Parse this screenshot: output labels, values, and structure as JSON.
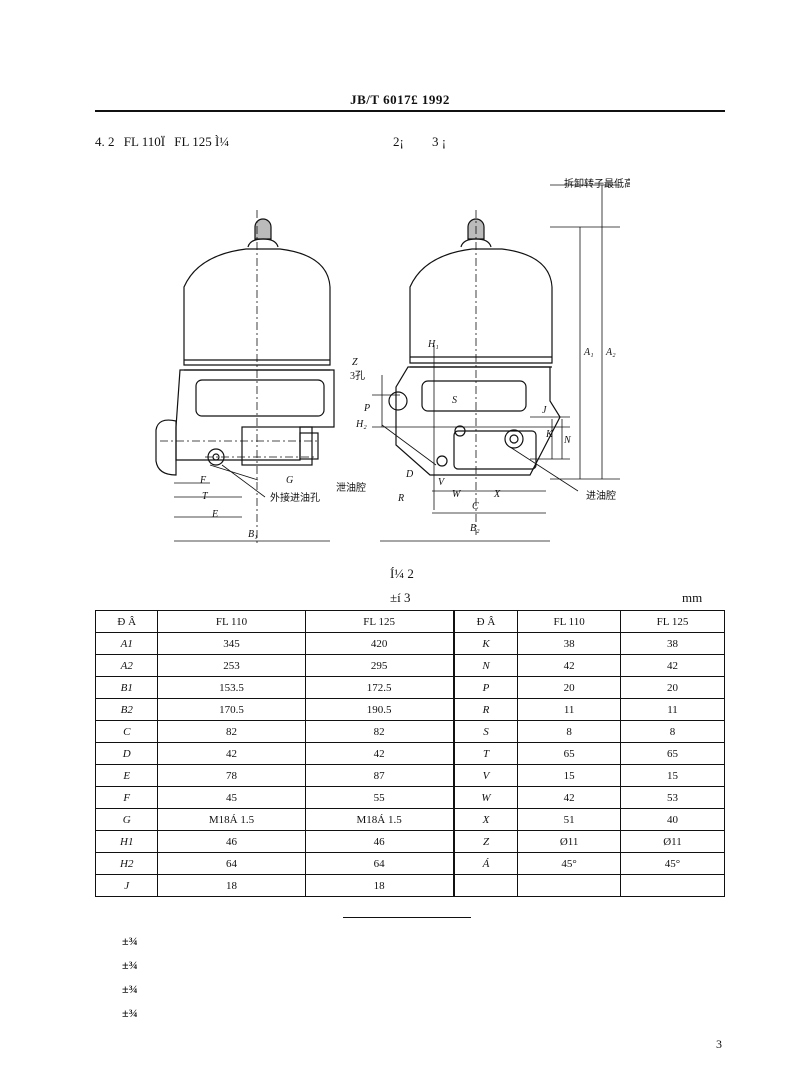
{
  "header": {
    "title": "JB/T 6017£ 1992"
  },
  "section": {
    "number": "4. 2",
    "item1": "FL 110Ï",
    "item2": "FL 125 Ì¼",
    "ref1": "2¡",
    "ref2": "3 ¡"
  },
  "drawing": {
    "top_note": "拆卸转子最低高度",
    "left_labels": {
      "G": "G",
      "F": "F",
      "T": "T",
      "E": "E",
      "B1": "B₁",
      "inlet": "外接进油孔"
    },
    "right_labels": {
      "Z": "Z",
      "holes": "3孔",
      "H1": "H₁",
      "H2": "H₂",
      "P": "P",
      "S": "S",
      "D": "D",
      "drain": "泄油腔",
      "R": "R",
      "V": "V",
      "W": "W",
      "X": "X",
      "C": "C",
      "B2": "B₂",
      "K": "K",
      "N": "N",
      "J": "J",
      "oil_inlet": "进油腔",
      "A1": "A₁",
      "A2": "A₂"
    }
  },
  "figure": {
    "caption": "Í¼ 2"
  },
  "table": {
    "caption": "±í 3",
    "unit": "mm",
    "headers": [
      "Ð  Â",
      "FL 110",
      "FL 125",
      "Ð  Â",
      "FL 110",
      "FL 125"
    ],
    "rows": [
      [
        "A1",
        "345",
        "420",
        "K",
        "38",
        "38"
      ],
      [
        "A2",
        "253",
        "295",
        "N",
        "42",
        "42"
      ],
      [
        "B1",
        "153.5",
        "172.5",
        "P",
        "20",
        "20"
      ],
      [
        "B2",
        "170.5",
        "190.5",
        "R",
        "11",
        "11"
      ],
      [
        "C",
        "82",
        "82",
        "S",
        "8",
        "8"
      ],
      [
        "D",
        "42",
        "42",
        "T",
        "65",
        "65"
      ],
      [
        "E",
        "78",
        "87",
        "V",
        "15",
        "15"
      ],
      [
        "F",
        "45",
        "55",
        "W",
        "42",
        "53"
      ],
      [
        "G",
        "M18Á 1.5",
        "M18Á 1.5",
        "X",
        "51",
        "40"
      ],
      [
        "H1",
        "46",
        "46",
        "Z",
        "Ø11",
        "Ø11"
      ],
      [
        "H2",
        "64",
        "64",
        "Á",
        "45°",
        "45°"
      ],
      [
        "J",
        "18",
        "18",
        "",
        "",
        ""
      ]
    ]
  },
  "notes": [
    "±¾",
    "±¾",
    "±¾",
    "±¾"
  ],
  "page": {
    "number": "3"
  }
}
